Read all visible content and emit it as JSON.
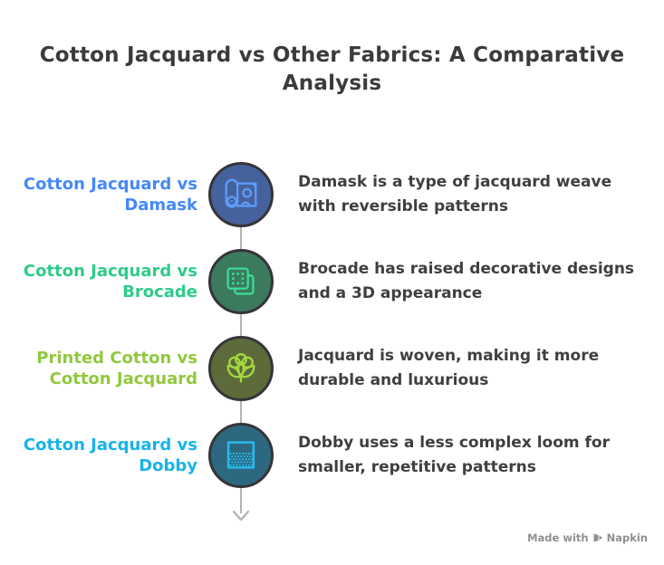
{
  "title": {
    "text": "Cotton Jacquard vs Other Fabrics: A Comparative Analysis",
    "lines": [
      "Cotton Jacquard vs Other Fabrics: A Comparative",
      "Analysis"
    ]
  },
  "rows": [
    {
      "label": "Cotton Jacquard vs Damask",
      "label_lines": [
        "Cotton Jacquard vs",
        "Damask"
      ],
      "label_color": "#4589f6",
      "circle_fill": "#46629d",
      "icon": "fabric-roll-icon",
      "icon_color": "#5d9cf8",
      "description": "Damask is a type of jacquard weave with reversible patterns",
      "desc_lines": [
        "Damask is a type of jacquard weave",
        "with reversible patterns"
      ]
    },
    {
      "label": "Cotton Jacquard vs Brocade",
      "label_lines": [
        "Cotton Jacquard vs",
        "Brocade"
      ],
      "label_color": "#2fcb8a",
      "circle_fill": "#3c7a5d",
      "icon": "raised-pattern-icon",
      "icon_color": "#3cdb96",
      "description": "Brocade has raised decorative designs and a 3D appearance",
      "desc_lines": [
        "Brocade has raised decorative designs",
        "and a 3D appearance"
      ]
    },
    {
      "label": "Printed Cotton vs Cotton Jacquard",
      "label_lines": [
        "Printed Cotton vs",
        "Cotton Jacquard"
      ],
      "label_color": "#92c83e",
      "circle_fill": "#5c6b39",
      "icon": "cotton-boll-icon",
      "icon_color": "#a5d940",
      "description": "Jacquard is woven, making it more durable and luxurious",
      "desc_lines": [
        "Jacquard is woven, making it more",
        "durable and luxurious"
      ]
    },
    {
      "label": "Cotton Jacquard vs Dobby",
      "label_lines": [
        "Cotton Jacquard vs",
        "Dobby"
      ],
      "label_color": "#16b3ea",
      "circle_fill": "#2d6880",
      "icon": "dotted-swatch-icon",
      "icon_color": "#29b9ea",
      "description": "Dobby uses a less complex loom for smaller, repetitive patterns",
      "desc_lines": [
        "Dobby uses a less complex loom for",
        "smaller, repetitive patterns"
      ]
    }
  ],
  "connector_color": "#b4b4b4",
  "watermark": {
    "prefix": "Made with",
    "brand": "Napkin"
  }
}
